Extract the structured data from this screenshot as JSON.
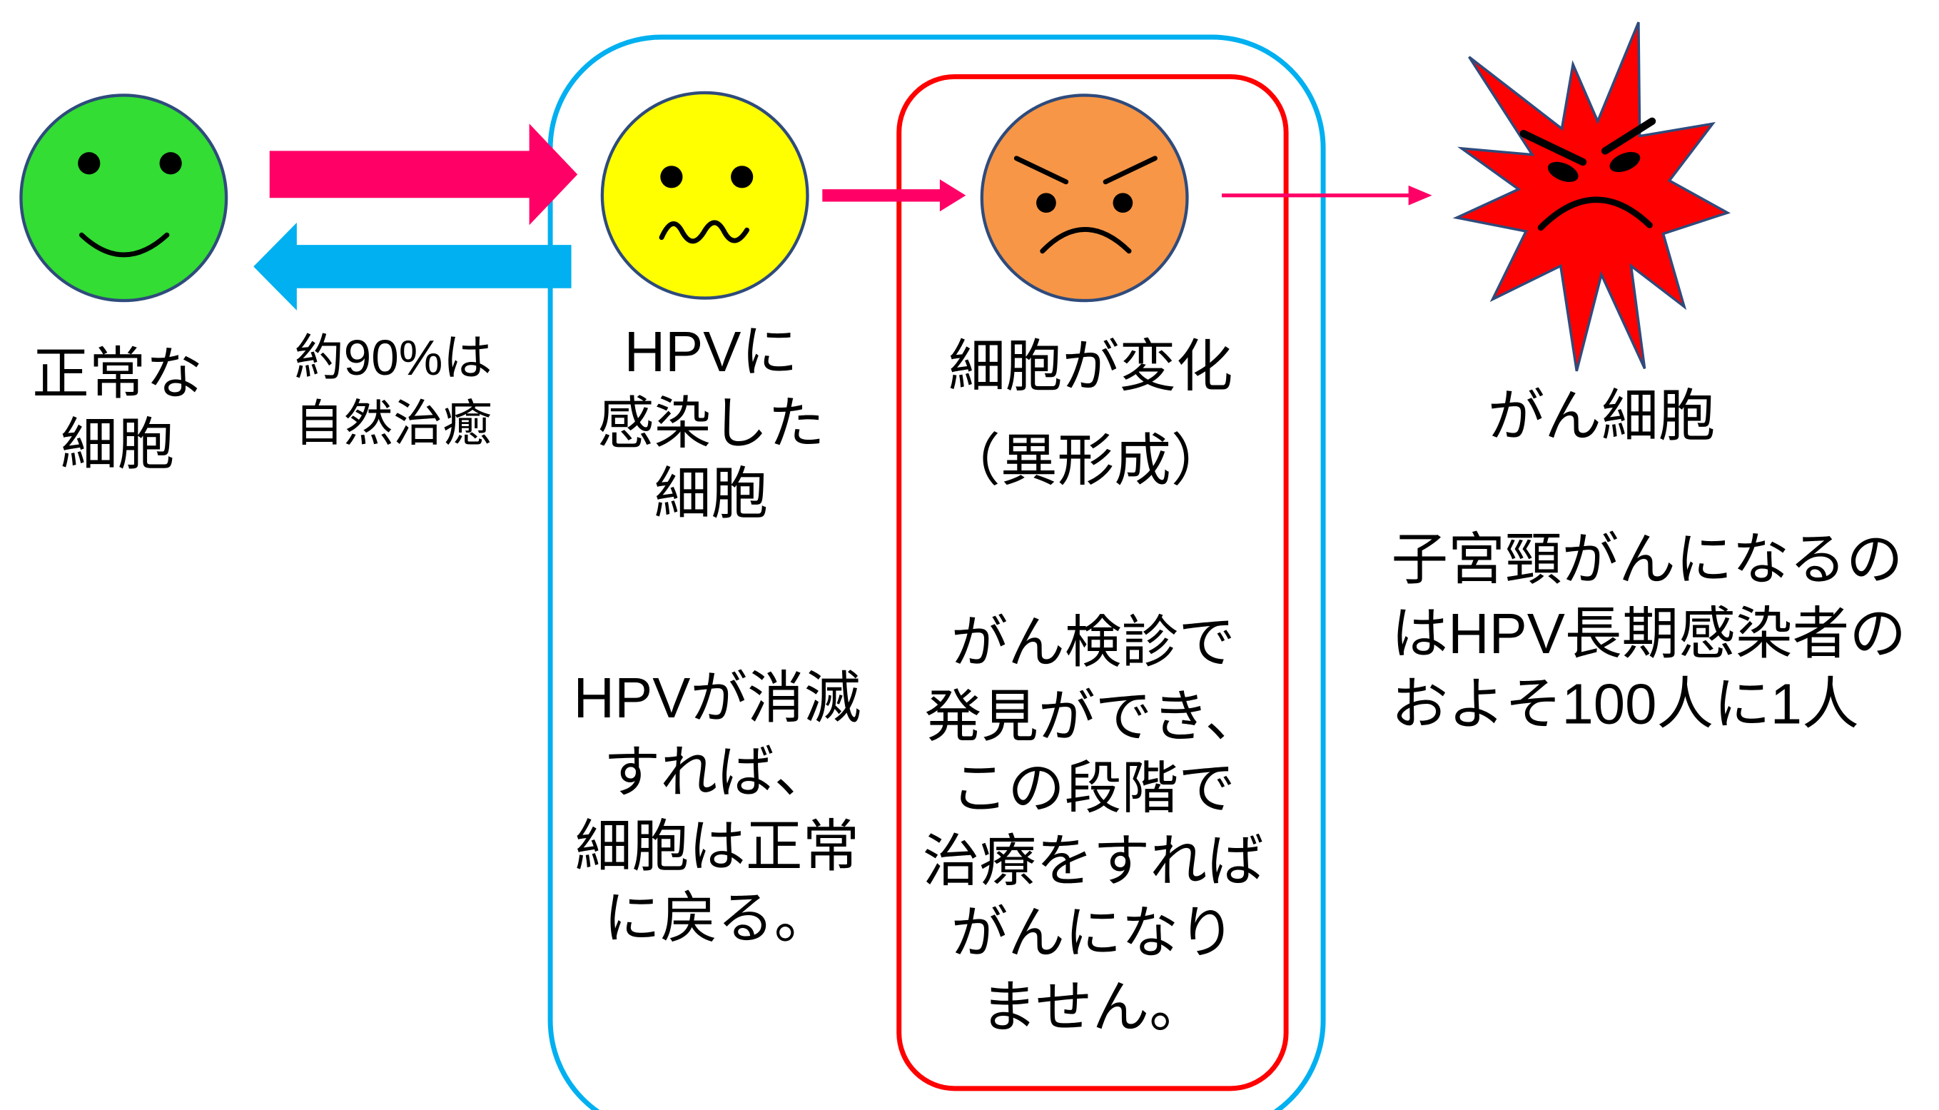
{
  "colors": {
    "normal_cell": "#33DD33",
    "infected_cell": "#FFFF00",
    "dysplasia_cell": "#F79646",
    "cancer_cell": "#FF0000",
    "forward_arrow": "#FF0066",
    "back_arrow": "#00B0F0",
    "infected_frame": "#00B0F0",
    "dysplasia_frame": "#FF0000"
  },
  "normal_cell": {
    "icon": "smiling-face-icon",
    "label": [
      "正常な",
      "細胞"
    ]
  },
  "recovery_arrow": {
    "label": [
      "約90%は",
      "自然治癒"
    ]
  },
  "infected_cell": {
    "icon": "uneasy-face-icon",
    "label": [
      "HPVに",
      "感染した",
      "細胞"
    ],
    "note": [
      "HPVが消滅",
      "すれば、",
      "細胞は正常",
      "に戻る。"
    ]
  },
  "dysplasia_cell": {
    "icon": "angry-face-icon",
    "label": [
      "細胞が変化",
      "（異形成）"
    ],
    "note": [
      "がん検診で",
      "発見ができ、",
      "この段階で",
      "治療をすれば",
      "がんになり",
      "ません。"
    ]
  },
  "cancer_cell": {
    "icon": "angry-starburst-icon",
    "label": [
      "がん細胞"
    ],
    "note": [
      "子宮頸がんになるの",
      "はHPV長期感染者の",
      "およそ100人に1人"
    ]
  }
}
